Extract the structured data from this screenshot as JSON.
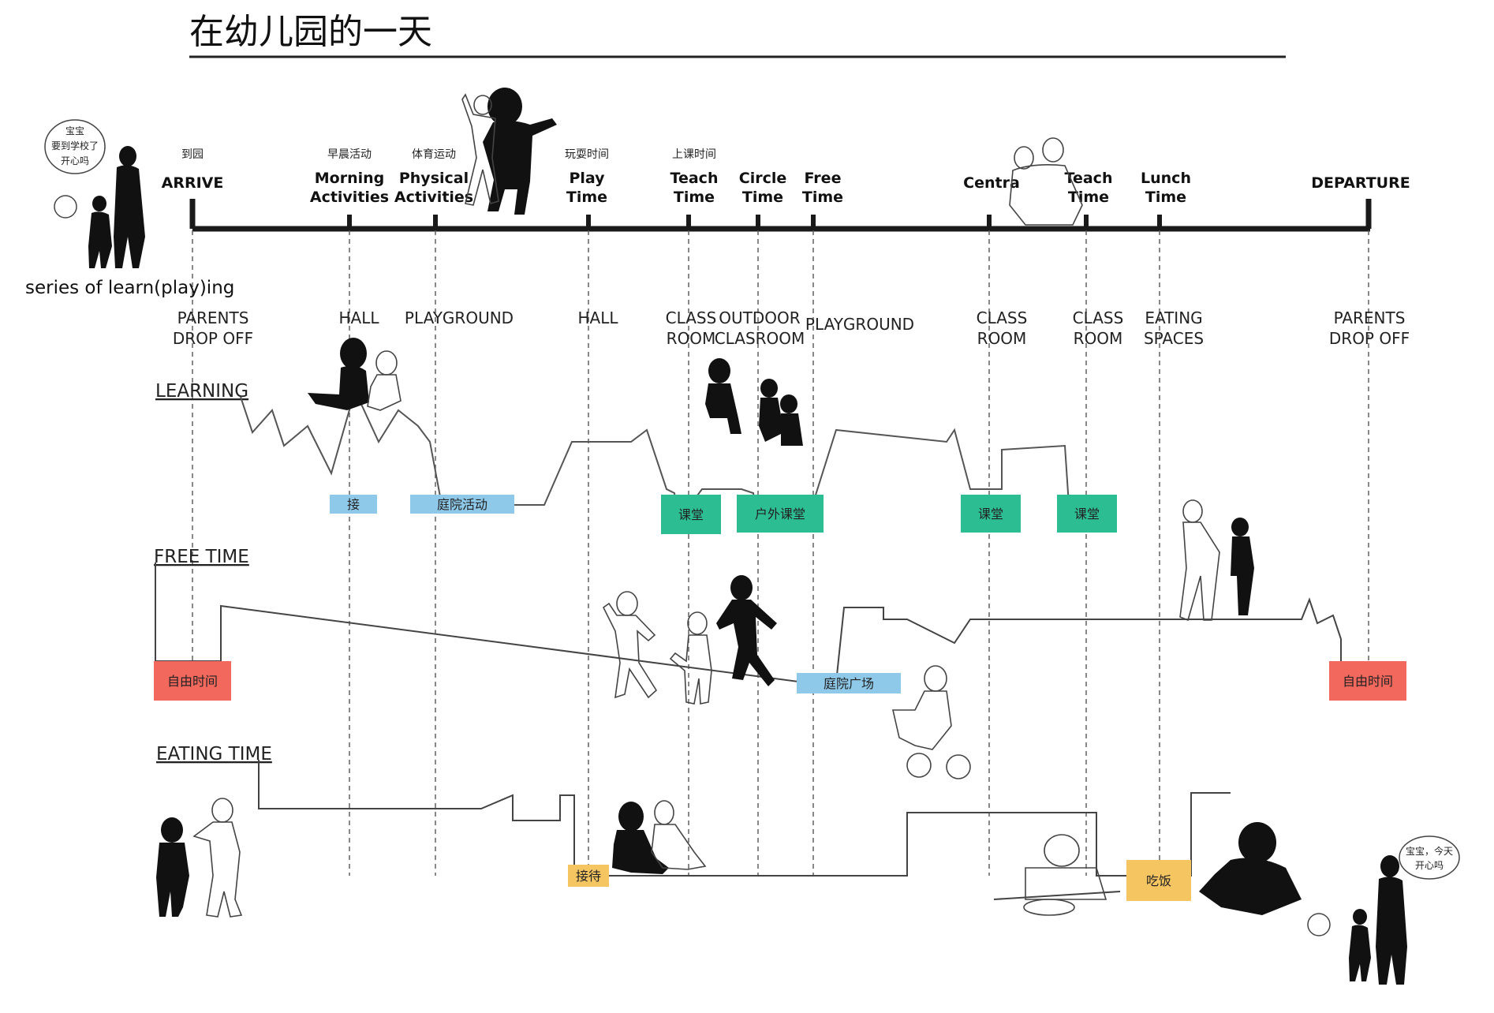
{
  "title": "在幼儿园的一天",
  "series_label": "series of learn(play)ing",
  "bubble_top_left": [
    "宝宝",
    "要到学校了",
    "开心吗"
  ],
  "bubble_bottom_right": [
    "宝宝，今天",
    "开心吗"
  ],
  "phases": [
    {
      "id": "arrive",
      "cn": "到园",
      "en": [
        "ARRIVE"
      ]
    },
    {
      "id": "morning",
      "cn": "早晨活动",
      "en": [
        "Morning",
        "Activities"
      ]
    },
    {
      "id": "physical",
      "cn": "体育运动",
      "en": [
        "Physical",
        "Activities"
      ]
    },
    {
      "id": "play",
      "cn": "玩耍时间",
      "en": [
        "Play",
        "Time"
      ]
    },
    {
      "id": "teach1",
      "cn": "上课时间",
      "en": [
        "Teach",
        "Time"
      ]
    },
    {
      "id": "circle",
      "cn": "",
      "en": [
        "Circle",
        "Time"
      ]
    },
    {
      "id": "free",
      "cn": "",
      "en": [
        "Free",
        "Time"
      ]
    },
    {
      "id": "central",
      "cn": "",
      "en": [
        "Centra"
      ]
    },
    {
      "id": "teach2",
      "cn": "",
      "en": [
        "Teach",
        "Time"
      ]
    },
    {
      "id": "lunch",
      "cn": "",
      "en": [
        "Lunch",
        "Time"
      ]
    },
    {
      "id": "departure",
      "cn": "",
      "en": [
        "DEPARTURE"
      ]
    }
  ],
  "spaces": [
    {
      "id": "parents-drop-off-1",
      "lines": [
        "PARENTS",
        "DROP OFF"
      ]
    },
    {
      "id": "hall-1",
      "lines": [
        "HALL"
      ]
    },
    {
      "id": "playground-1",
      "lines": [
        "PLAYGROUND"
      ]
    },
    {
      "id": "hall-2",
      "lines": [
        "HALL"
      ]
    },
    {
      "id": "class-room-1",
      "lines": [
        "CLASS",
        "ROOM"
      ]
    },
    {
      "id": "outdoor-classroom",
      "lines": [
        "OUTDOOR",
        "CLASROOM"
      ]
    },
    {
      "id": "playground-2",
      "lines": [
        "PLAYGROUND"
      ]
    },
    {
      "id": "class-room-2",
      "lines": [
        "CLASS",
        "ROOM"
      ]
    },
    {
      "id": "class-room-3",
      "lines": [
        "CLASS",
        "ROOM"
      ]
    },
    {
      "id": "eating-spaces",
      "lines": [
        "EATING",
        "SPACES"
      ]
    },
    {
      "id": "parents-drop-off-2",
      "lines": [
        "PARENTS",
        "DROP OFF"
      ]
    }
  ],
  "tracks": {
    "learning": "LEARNING",
    "free_time": "FREE TIME",
    "eating_time": "EATING TIME"
  },
  "activity_boxes": [
    {
      "id": "jie",
      "label": "接",
      "kind": "blue"
    },
    {
      "id": "courtyard-activity",
      "label": "庭院活动",
      "kind": "blue"
    },
    {
      "id": "classroom-1",
      "label": "课堂",
      "kind": "green"
    },
    {
      "id": "outdoor-class",
      "label": "户外课堂",
      "kind": "green"
    },
    {
      "id": "classroom-2",
      "label": "课堂",
      "kind": "green"
    },
    {
      "id": "classroom-3",
      "label": "课堂",
      "kind": "green"
    },
    {
      "id": "free-1",
      "label": "自由时间",
      "kind": "red"
    },
    {
      "id": "courtyard-plaza",
      "label": "庭院广场",
      "kind": "blue"
    },
    {
      "id": "free-2",
      "label": "自由时间",
      "kind": "red"
    },
    {
      "id": "reception",
      "label": "接待",
      "kind": "yellow"
    },
    {
      "id": "eat",
      "label": "吃饭",
      "kind": "yellow"
    }
  ],
  "colors": {
    "blue": "#8ec9ea",
    "green": "#2dbd93",
    "red": "#f2685d",
    "yellow": "#f5c561",
    "line": "#1a1a1a"
  }
}
